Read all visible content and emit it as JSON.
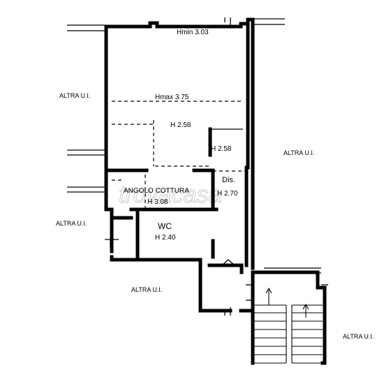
{
  "plan": {
    "labels": {
      "hmin": "Hmin  3.03",
      "hmax": "Hmax   3.75",
      "h_main": "H 2.58",
      "h_side": "H 2.58",
      "dis": "Dis.",
      "h_dis": "H 2.70",
      "angolo_cottura": "ANGOLO COTTURA",
      "h_angolo": "H 3.08",
      "wc": "WC",
      "h_wc": "H 2.40",
      "altra_left_top": "ALTRA U.I.",
      "altra_left_mid": "ALTRA U.I.",
      "altra_right_top": "ALTRA U.I.",
      "altra_bottom_center": "ALTRA U.I.",
      "altra_bottom_right": "ALTRA U.I."
    },
    "watermark": "trovacasa"
  }
}
